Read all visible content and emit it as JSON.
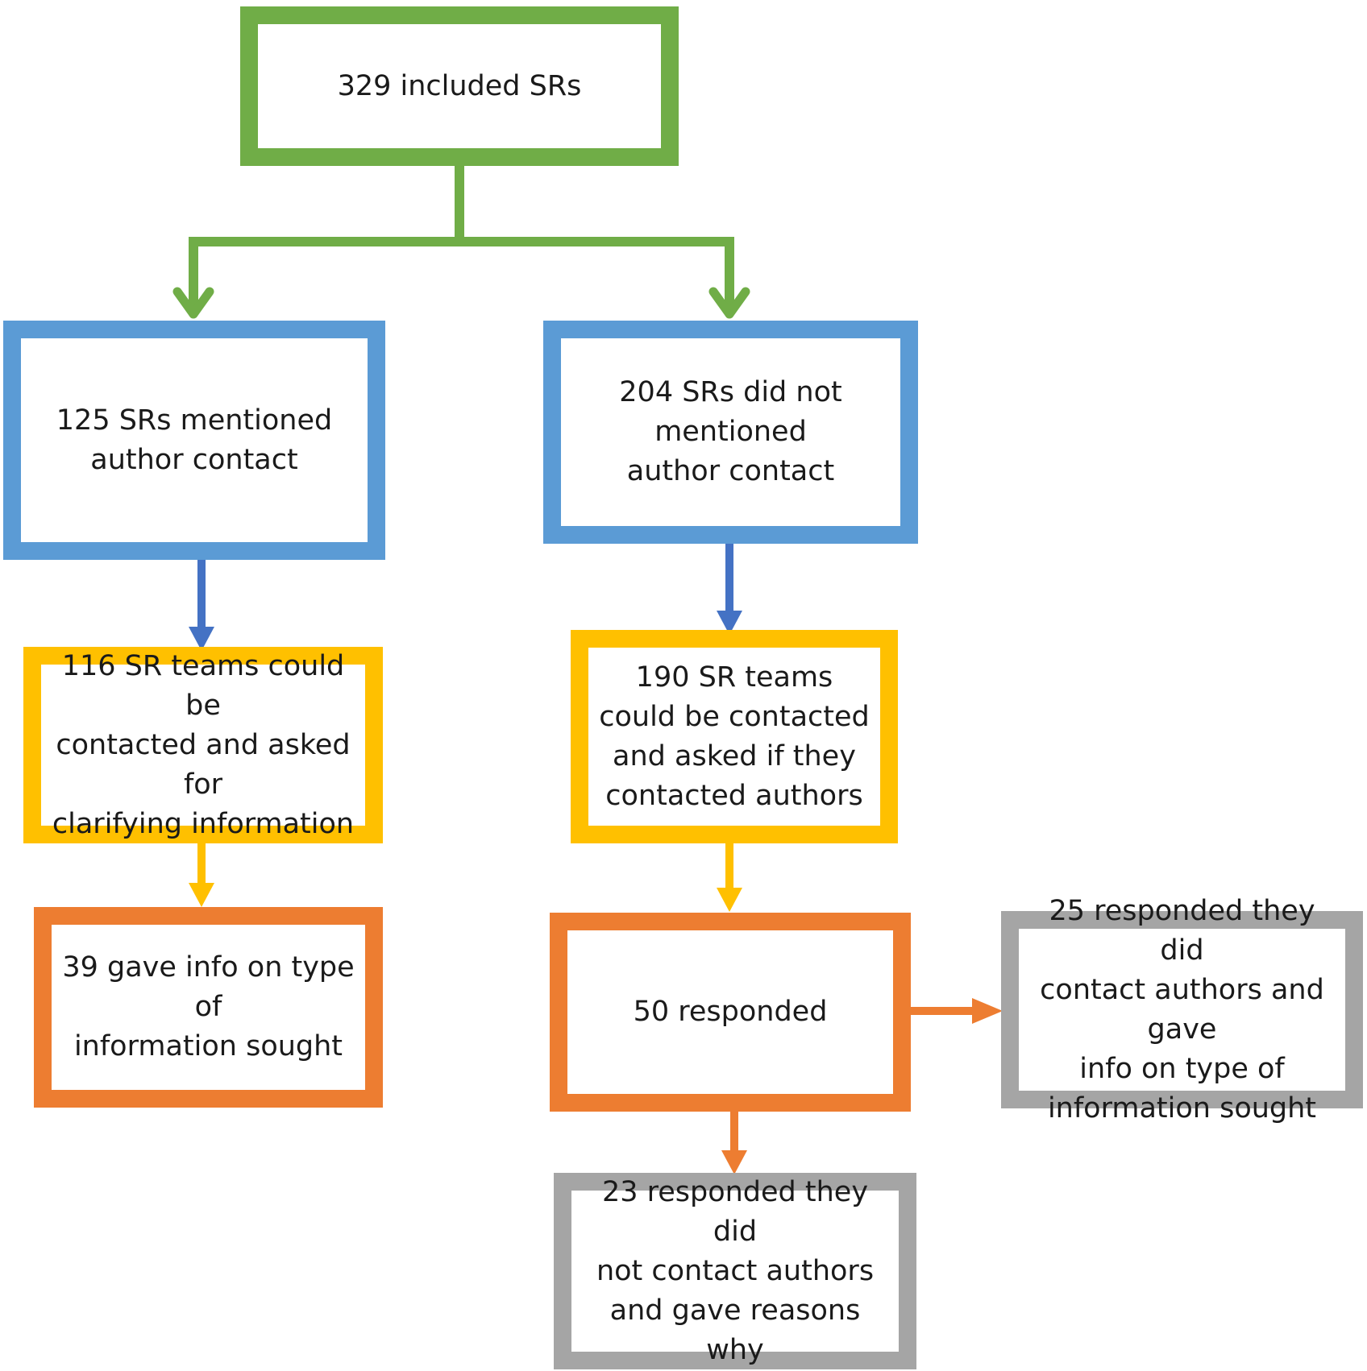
{
  "colors": {
    "green": "#70ad47",
    "blue": "#5b9bd5",
    "dark_blue": "#4472c4",
    "yellow": "#ffc000",
    "orange": "#ed7d31",
    "grey": "#a5a5a5"
  },
  "nodes": {
    "included": "329 included SRs",
    "mentioned": "125 SRs mentioned\nauthor contact",
    "not_mentioned": "204 SRs did not mentioned\nauthor contact",
    "teams_116": "116 SR teams could be\ncontacted and asked for\nclarifying information",
    "teams_190": "190 SR teams\ncould be contacted\nand asked if they\ncontacted authors",
    "gave_info_39": "39 gave info on type of\ninformation sought",
    "responded_50": "50 responded",
    "responded_25": "25 responded they did\ncontact authors and gave\ninfo on type of\ninformation sought",
    "responded_23": "23 responded they did\nnot contact authors\nand gave reasons why"
  },
  "edges": [
    {
      "from": "included",
      "to": "mentioned",
      "color": "green"
    },
    {
      "from": "included",
      "to": "not_mentioned",
      "color": "green"
    },
    {
      "from": "mentioned",
      "to": "teams_116",
      "color": "dark_blue"
    },
    {
      "from": "not_mentioned",
      "to": "teams_190",
      "color": "dark_blue"
    },
    {
      "from": "teams_116",
      "to": "gave_info_39",
      "color": "yellow"
    },
    {
      "from": "teams_190",
      "to": "responded_50",
      "color": "yellow"
    },
    {
      "from": "responded_50",
      "to": "responded_25",
      "color": "orange"
    },
    {
      "from": "responded_50",
      "to": "responded_23",
      "color": "orange"
    }
  ]
}
